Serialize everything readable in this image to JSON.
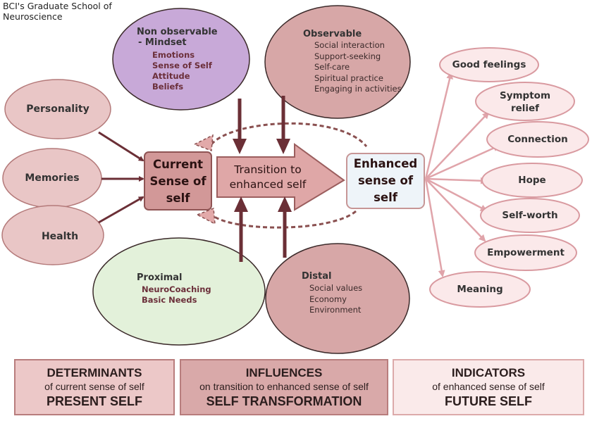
{
  "header": {
    "line1": "BCI's Graduate School of",
    "line2": "Neuroscience"
  },
  "determinants": [
    "Personality",
    "Memories",
    "Health"
  ],
  "current": {
    "line1": "Current",
    "line2": "Sense of",
    "line3": "self"
  },
  "transition": {
    "line1": "Transition to",
    "line2": "enhanced self"
  },
  "enhanced": {
    "line1": "Enhanced",
    "line2": "sense of",
    "line3": "self"
  },
  "non_observable": {
    "title": "Non observable",
    "mindset": "- Mindset",
    "items": [
      "Emotions",
      "Sense of Self",
      "Attitude",
      "Beliefs"
    ]
  },
  "observable": {
    "title": "Observable",
    "items": [
      "Social interaction",
      "Support-seeking",
      "Self-care",
      "Spiritual practice",
      "Engaging in activities"
    ]
  },
  "proximal": {
    "title": "Proximal",
    "items": [
      "NeuroCoaching",
      "Basic Needs"
    ]
  },
  "distal": {
    "title": "Distal",
    "items": [
      "Social values",
      "Economy",
      "Environment"
    ]
  },
  "indicators": {
    "good_feelings": "Good feelings",
    "symptom_relief_1": "Symptom",
    "symptom_relief_2": "relief",
    "connection": "Connection",
    "hope": "Hope",
    "self_worth": "Self-worth",
    "empowerment": "Empowerment",
    "meaning": "Meaning"
  },
  "boxes": [
    {
      "title": "DETERMINANTS",
      "sub": "of current sense of self",
      "big": "PRESENT SELF"
    },
    {
      "title": "INFLUENCES",
      "sub": "on transition to enhanced sense of self",
      "big": "SELF TRANSFORMATION"
    },
    {
      "title": "INDICATORS",
      "sub": "of enhanced sense of self",
      "big": "FUTURE SELF"
    }
  ],
  "colors": {
    "determinant_fill": "#e9c6c6",
    "purple_fill": "#c8a9d8",
    "green_fill": "#e3f1da",
    "dark_fill": "#d7a7a7",
    "current_fill": "#d29898",
    "enhanced_fill": "#eef4f9",
    "indicator_fill": "#fbe9ea",
    "arrow_dark": "#6b2f36",
    "arrow_light": "#e0a4aa"
  }
}
